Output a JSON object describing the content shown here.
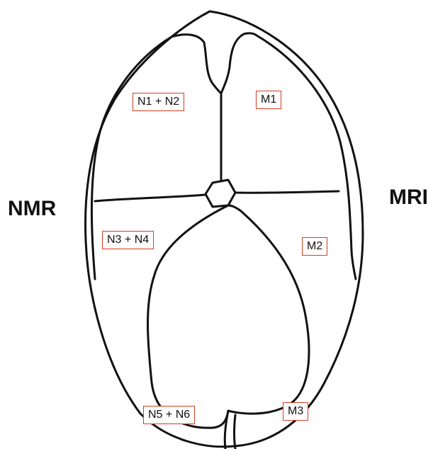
{
  "labels": {
    "left": "NMR",
    "right": "MRI"
  },
  "regions": {
    "n1_n2": "N1 + N2",
    "m1": "M1",
    "n3_n4": "N3 + N4",
    "m2": "M2",
    "n5_n6": "N5 + N6",
    "m3": "M3"
  },
  "colors": {
    "outline": "#111111",
    "label_border": "#d63b1f"
  }
}
